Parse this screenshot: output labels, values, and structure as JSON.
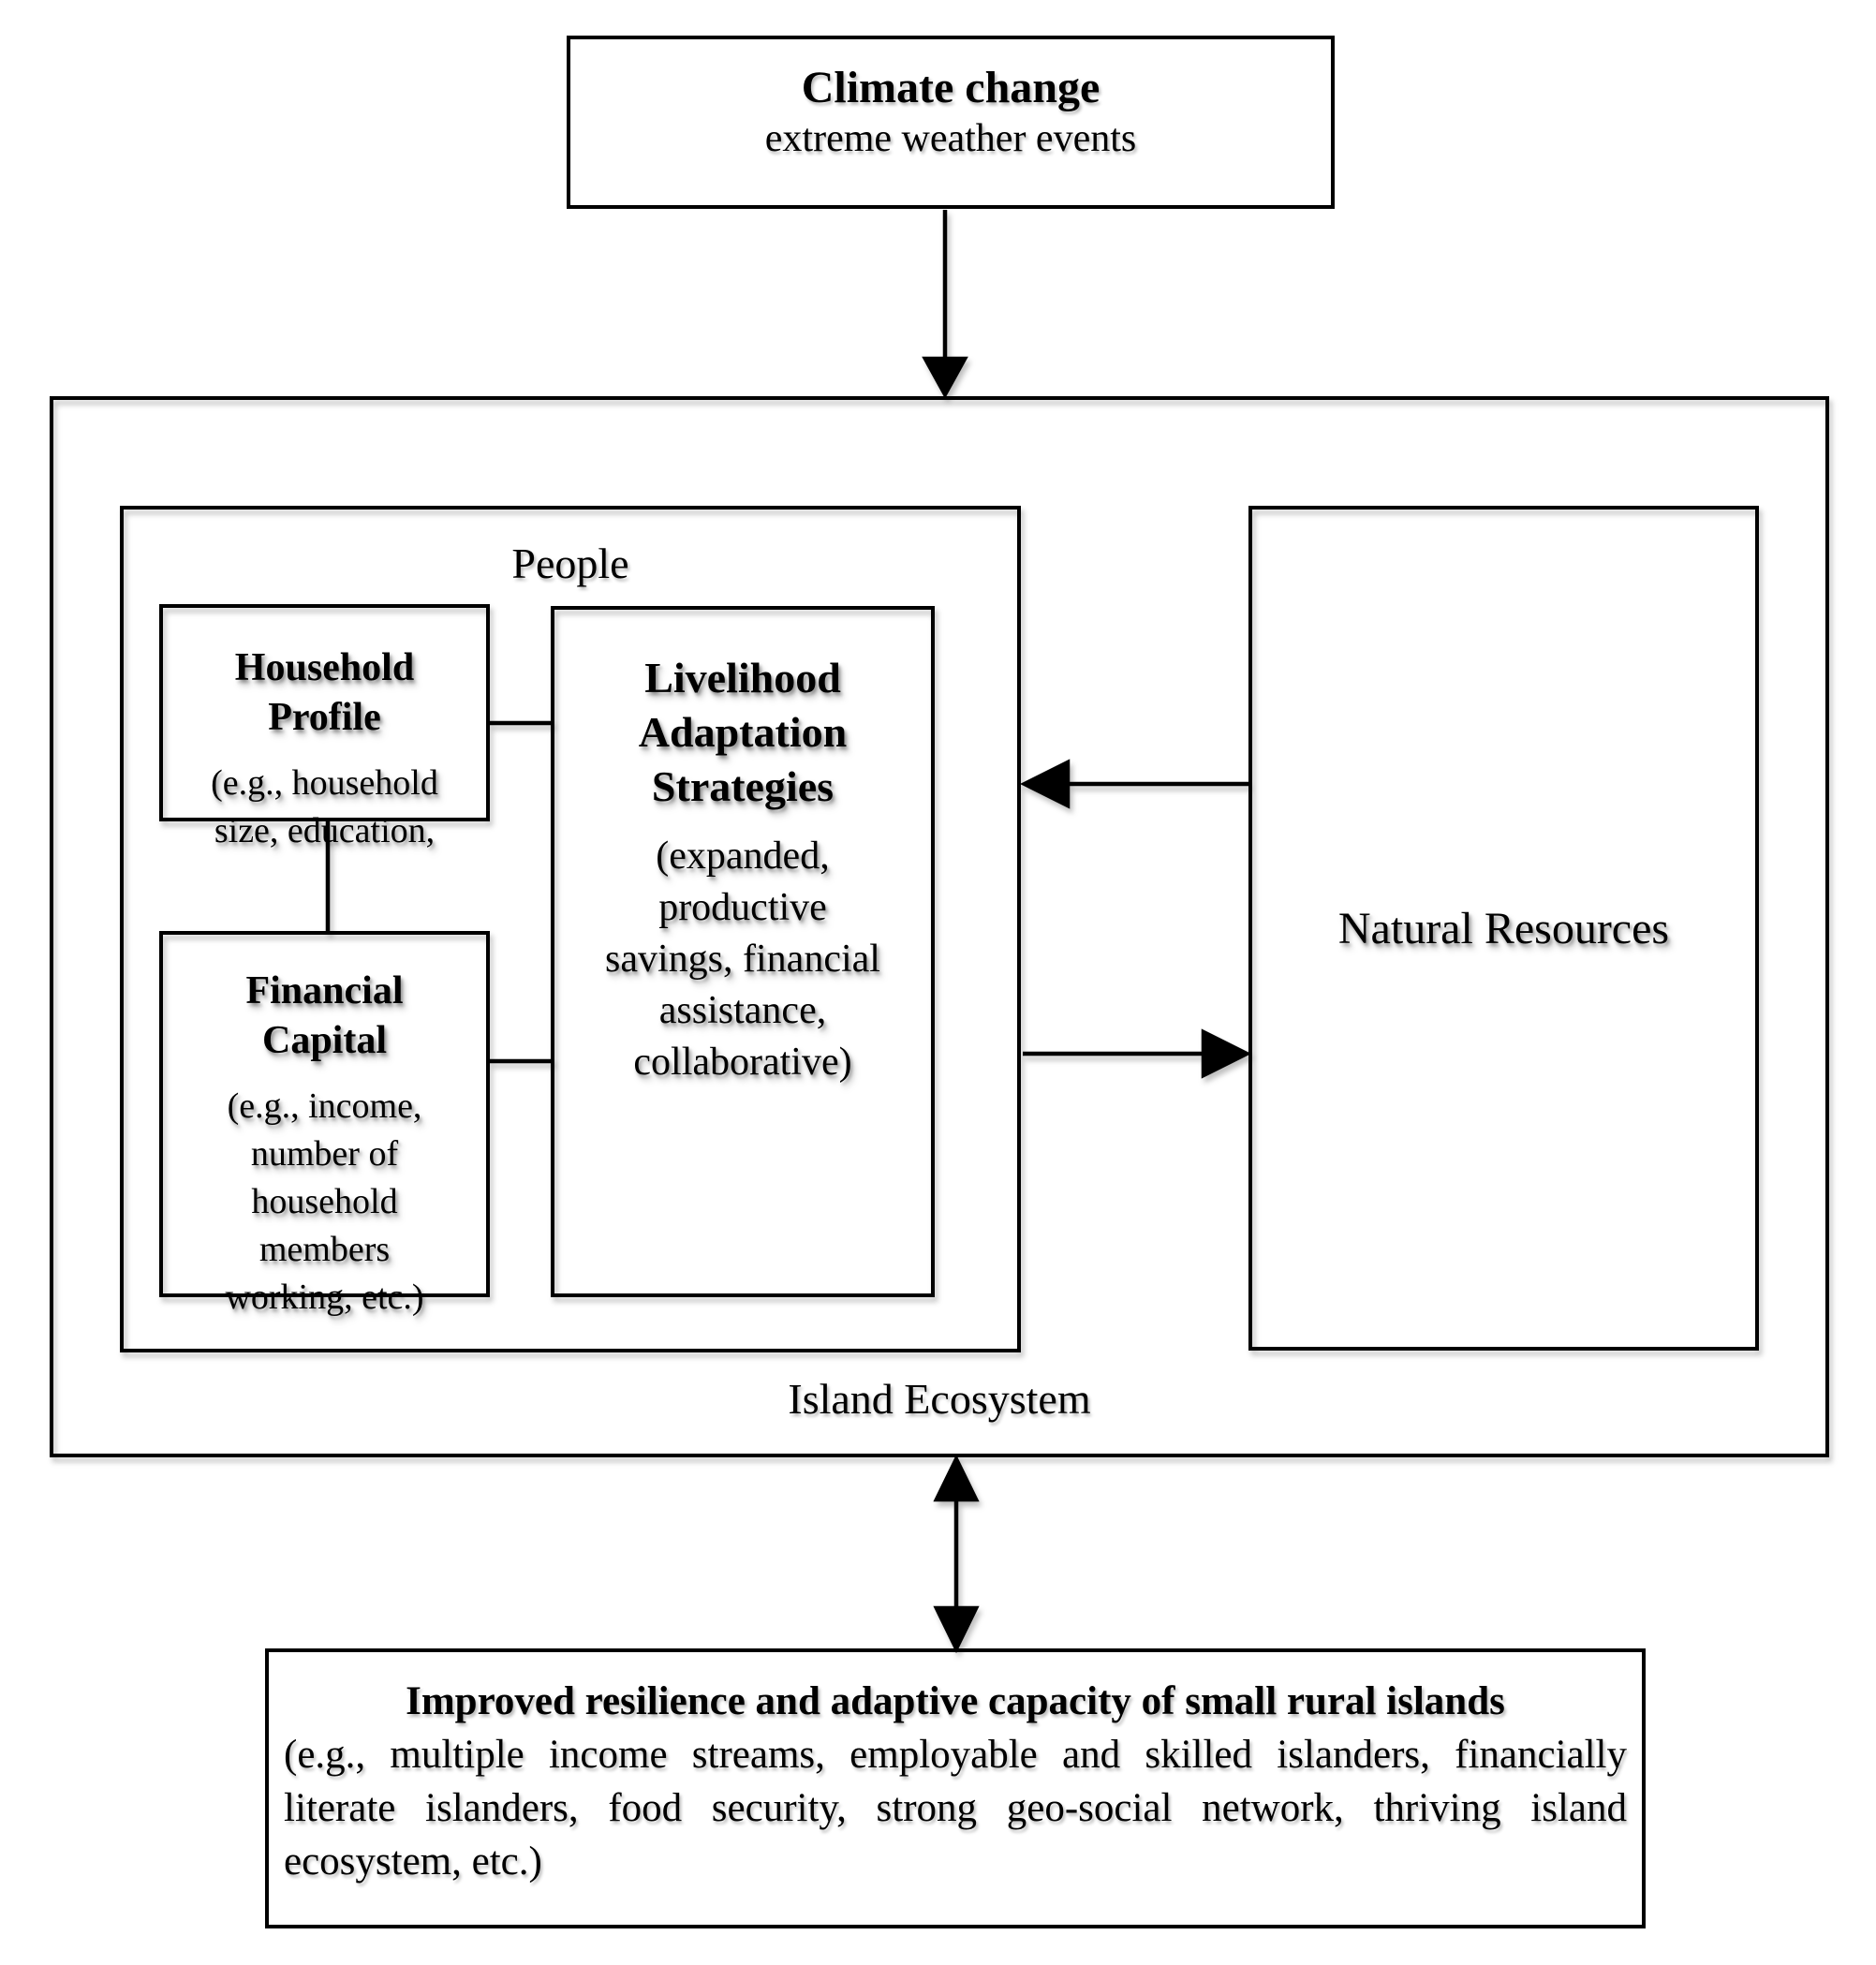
{
  "colors": {
    "line": "#000000",
    "background": "#ffffff",
    "text": "#000000"
  },
  "climate_box": {
    "title": "Climate change",
    "subtitle": "extreme weather events"
  },
  "island_ecosystem_box": {
    "label": "Island Ecosystem"
  },
  "people_box": {
    "label": "People"
  },
  "household_profile_box": {
    "title": "Household\nProfile",
    "detail": "(e.g., household\nsize, education,"
  },
  "financial_capital_box": {
    "title": "Financial\nCapital",
    "detail": "(e.g., income,\nnumber of\nhousehold\nmembers\nworking, etc.)"
  },
  "livelihood_box": {
    "title": "Livelihood\nAdaptation\nStrategies",
    "detail": "(expanded,\nproductive\nsavings, financial\nassistance,\ncollaborative)"
  },
  "natural_resources_box": {
    "label": "Natural Resources"
  },
  "outcome_box": {
    "title": "Improved resilience and adaptive capacity of small rural islands",
    "detail": "(e.g., multiple income streams, employable and skilled islanders, financially literate islanders, food security, strong geo-social network, thriving island ecosystem, etc.)"
  }
}
